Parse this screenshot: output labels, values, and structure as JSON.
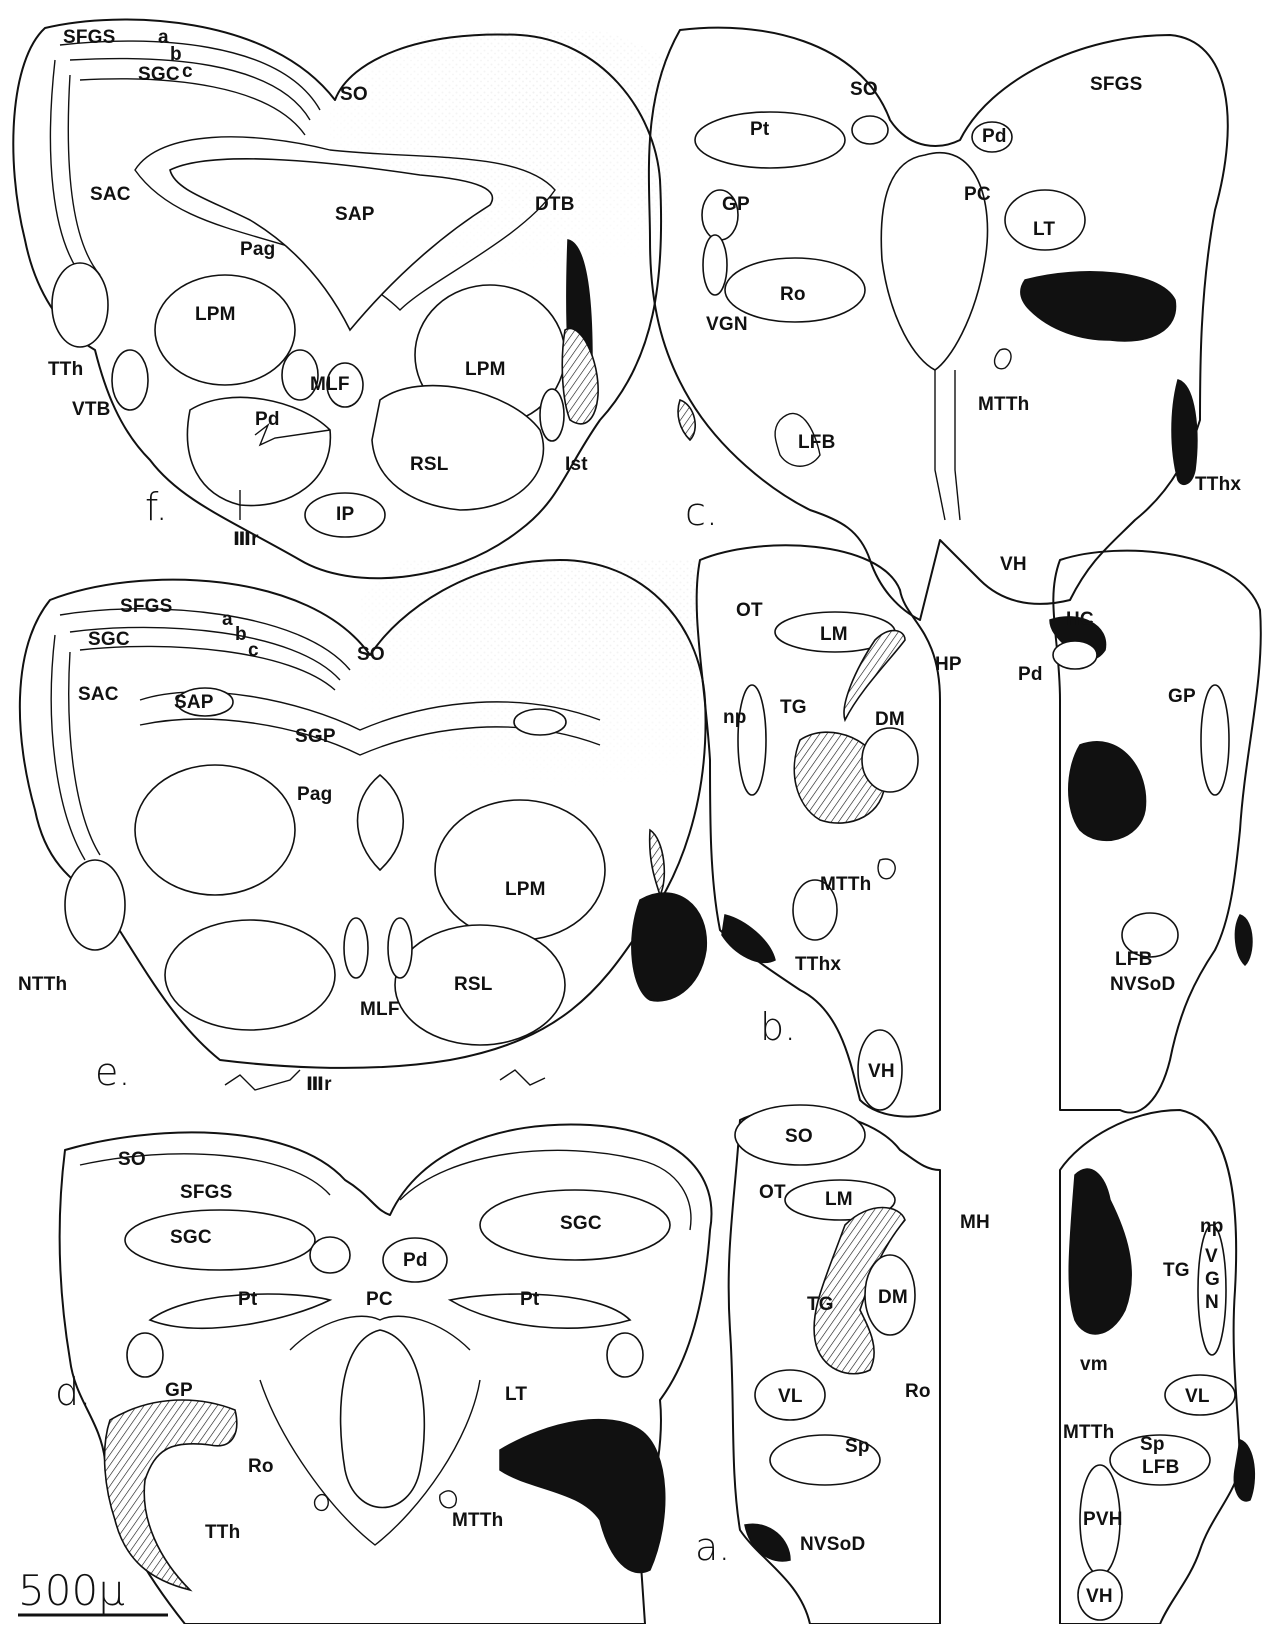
{
  "colors": {
    "ink": "#111111",
    "background": "#ffffff",
    "fiber_fill": "#222222"
  },
  "scale_bar": {
    "label": "500μ"
  },
  "panels": {
    "a": {
      "letter": "a.",
      "labels": {
        "SO": "SO",
        "OT": "OT",
        "LM": "LM",
        "MH": "MH",
        "TG_left": "TG",
        "DM": "DM",
        "VL_left": "VL",
        "Ro": "Ro",
        "Sp_left": "Sp",
        "NVSoD": "NVSoD",
        "np": "np",
        "TG_right": "TG",
        "V": "V",
        "G": "G",
        "N": "N",
        "vm": "vm",
        "MTTh": "MTTh",
        "VL_right": "VL",
        "Sp_right": "Sp",
        "LFB": "LFB",
        "PVH": "PVH",
        "VH": "VH"
      }
    },
    "b": {
      "letter": "b.",
      "labels": {
        "OT": "OT",
        "LM": "LM",
        "HP": "HP",
        "HC": "HC",
        "Pd": "Pd",
        "GP": "GP",
        "np": "np",
        "TG": "TG",
        "DM": "DM",
        "MTTh": "MTTh",
        "TThx": "TThx",
        "LFB": "LFB",
        "NVSoD": "NVSoD",
        "VH": "VH"
      }
    },
    "c": {
      "letter": "c.",
      "labels": {
        "SO": "SO",
        "SFGS": "SFGS",
        "Pt": "Pt",
        "Pd": "Pd",
        "PC": "PC",
        "GP": "GP",
        "LT": "LT",
        "Ro": "Ro",
        "VGN": "VGN",
        "MTTh": "MTTh",
        "LFB": "LFB",
        "TThx": "TThx",
        "VH": "VH"
      }
    },
    "d": {
      "letter": "d.",
      "labels": {
        "SO": "SO",
        "SFGS": "SFGS",
        "SGC_left": "SGC",
        "SGC_right": "SGC",
        "Pd": "Pd",
        "PC": "PC",
        "Pt_left": "Pt",
        "Pt_right": "Pt",
        "GP": "GP",
        "LT": "LT",
        "Ro": "Ro",
        "TTh": "TTh",
        "MTTh": "MTTh"
      }
    },
    "e": {
      "letter": "e.",
      "labels": {
        "SFGS": "SFGS",
        "a": "a",
        "b": "b",
        "c": "c",
        "SGC": "SGC",
        "SO": "SO",
        "SAC": "SAC",
        "SAP": "SAP",
        "SGP": "SGP",
        "Pag": "Pag",
        "LPM": "LPM",
        "NTTh": "NTTh",
        "MLF": "MLF",
        "RSL": "RSL",
        "IIIr": "Ⅲr"
      }
    },
    "f": {
      "letter": "f.",
      "labels": {
        "SFGS": "SFGS",
        "a": "a",
        "b": "b",
        "c": "c",
        "SGC": "SGC",
        "SO": "SO",
        "SAC": "SAC",
        "SAP": "SAP",
        "DTB": "DTB",
        "Pag": "Pag",
        "LPM_left": "LPM",
        "LPM_right": "LPM",
        "MLF": "MLF",
        "TTh": "TTh",
        "VTB": "VTB",
        "Pd": "Pd",
        "RSL": "RSL",
        "Ist": "Ist",
        "IP": "IP",
        "IIIr": "Ⅲr"
      }
    }
  }
}
